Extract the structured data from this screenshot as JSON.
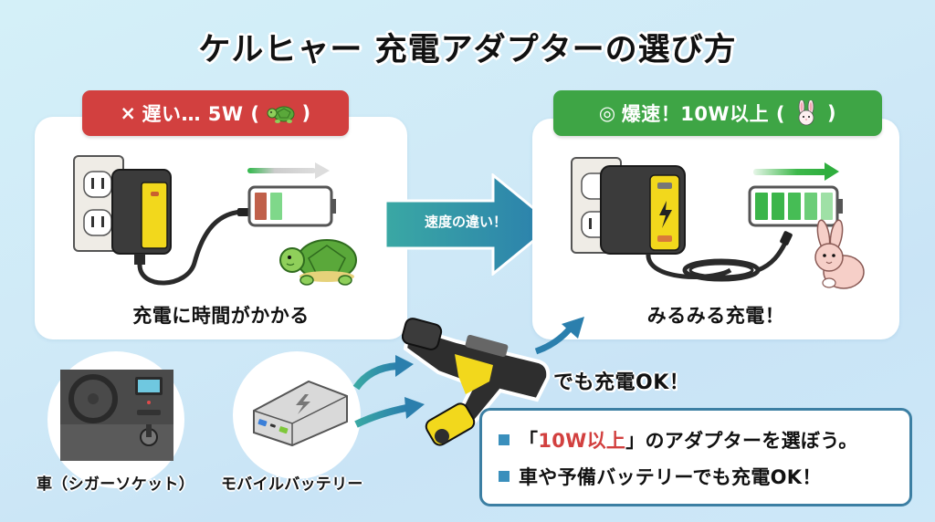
{
  "title": "ケルヒャー 充電アダプターの選び方",
  "slow_panel": {
    "badge_symbol": "×",
    "badge_text": "遅い… 5W (",
    "badge_close": ")",
    "badge_emoji": "turtle-icon",
    "caption": "充電に時間がかかる",
    "battery_segments": 2,
    "battery_colors": [
      "#c0604a",
      "#7fd88a"
    ],
    "color": "#d2403f"
  },
  "fast_panel": {
    "badge_symbol": "◎",
    "badge_text": "爆速！10W以上 (",
    "badge_close": ")",
    "badge_emoji": "rabbit-icon",
    "caption": "みるみる充電！",
    "battery_segments": 5,
    "color": "#3ea545"
  },
  "middle_arrow": {
    "label": "速度の違い！"
  },
  "sources": [
    {
      "label": "車（シガーソケット）",
      "icon": "car-dashboard-icon"
    },
    {
      "label": "モバイルバッテリー",
      "icon": "power-bank-icon"
    }
  ],
  "ok_text": "でも充電OK！",
  "tips": {
    "tip1_open": "「",
    "tip1_highlight": "10W以上",
    "tip1_rest": "」のアダプターを選ぼう。",
    "tip2": "車や予備バッテリーでも充電OK！"
  },
  "colors": {
    "slow_red": "#d2403f",
    "fast_green": "#3ea545",
    "arrow_teal": "#2f8fb0",
    "tips_border": "#3c7fa3",
    "highlight_red": "#d2403f"
  }
}
